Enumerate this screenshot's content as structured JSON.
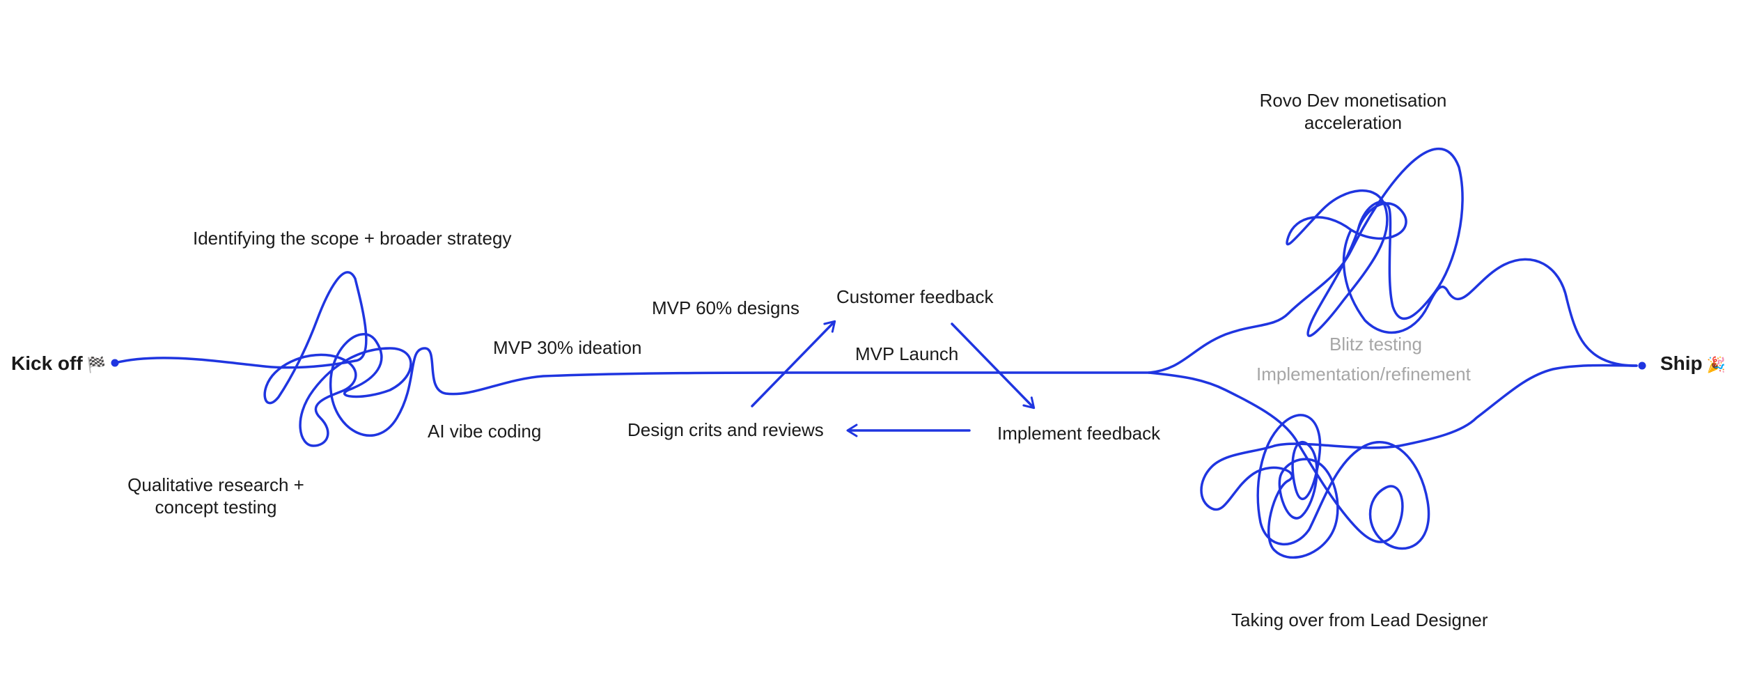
{
  "colors": {
    "line": "#1f35e0",
    "text": "#1a1a1a",
    "muted": "#a6a6a6",
    "background": "#ffffff"
  },
  "start": {
    "label": "Kick off",
    "icon": "🏁"
  },
  "end": {
    "label": "Ship",
    "icon": "🎉"
  },
  "labels": {
    "scope": "Identifying the scope + broader strategy",
    "research_line1": "Qualitative research +",
    "research_line2": "concept testing",
    "ai_vibe": "AI vibe coding",
    "mvp30": "MVP 30% ideation",
    "mvp60": "MVP 60% designs",
    "customer_feedback": "Customer feedback",
    "mvp_launch": "MVP Launch",
    "design_crits": "Design crits and reviews",
    "implement_feedback": "Implement feedback",
    "rovo_line1": "Rovo Dev monetisation",
    "rovo_line2": "acceleration",
    "blitz": "Blitz testing",
    "implementation": "Implementation/refinement",
    "taking_over": "Taking over from Lead Designer"
  }
}
